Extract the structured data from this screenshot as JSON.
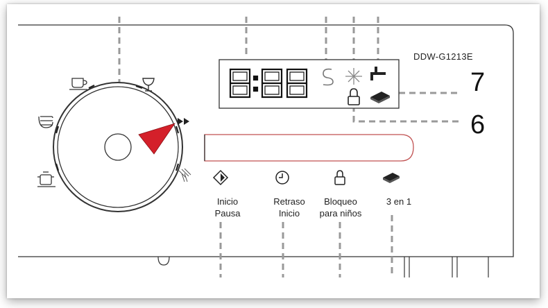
{
  "model": "DDW-G1213E",
  "display_digits": "8:88",
  "callouts": {
    "n7": "7",
    "n6": "6"
  },
  "buttons": [
    {
      "line1": "Inicio",
      "line2": "Pausa"
    },
    {
      "line1": "Retraso",
      "line2": "Inicio"
    },
    {
      "line1": "Bloqueo",
      "line2": "para niños"
    },
    {
      "line1": "3 en 1",
      "line2": ""
    }
  ],
  "icons": [
    "cup-icon",
    "glass-icon",
    "plates-icon",
    "pot-icon",
    "fast-forward-icon",
    "shower-icon",
    "recycle-s-icon",
    "sparkle-icon",
    "faucet-icon",
    "lock-icon",
    "tablet-icon",
    "start-icon",
    "clock-icon"
  ],
  "colors": {
    "knob_pointer": "#d4202a",
    "display_border": "#d44a4a",
    "line": "#333333",
    "dash": "#9a9a9a"
  }
}
